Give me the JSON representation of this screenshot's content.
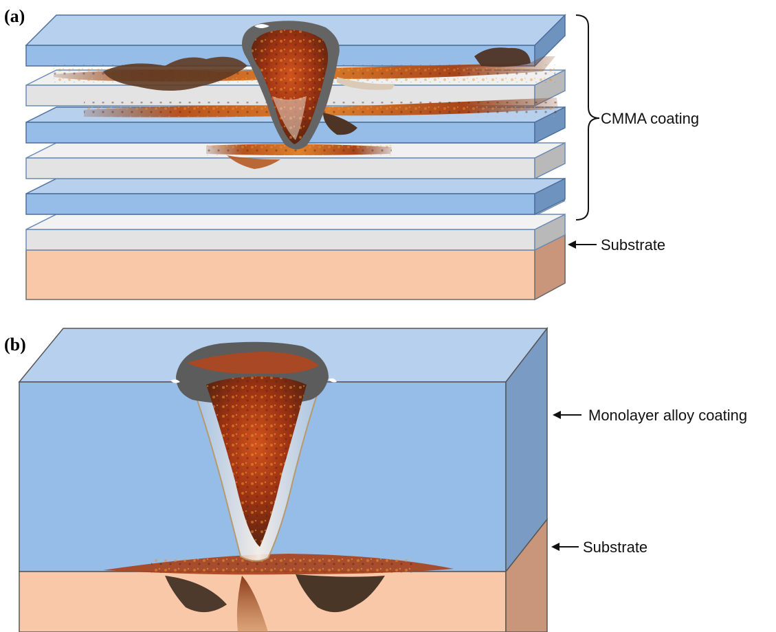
{
  "panel_a": {
    "label": "(a)",
    "coating_label": "CMMA coating",
    "substrate_label": "Substrate",
    "layer_colors": [
      "#96bce8",
      "#e3e3e3",
      "#96bce8",
      "#e3e3e3",
      "#96bce8",
      "#e3e3e3"
    ]
  },
  "panel_b": {
    "label": "(b)",
    "coating_label": "Monolayer alloy coating",
    "substrate_label": "Substrate"
  },
  "colors": {
    "blue_front": "#96bce8",
    "blue_top": "#b7d0ee",
    "blue_side": "#6f93bf",
    "grey_front": "#e3e3e3",
    "grey_top": "#eeeeee",
    "grey_side": "#b9b9b9",
    "substrate_front": "#f9c8a8",
    "substrate_side": "#c9957b",
    "corrosion_dark": "#5a3018",
    "corrosion_mid": "#a8401a",
    "corrosion_light": "#e07a28",
    "scale_grey": "#555555"
  },
  "icons": [
    "left-arrow-icon",
    "right-brace-icon"
  ]
}
